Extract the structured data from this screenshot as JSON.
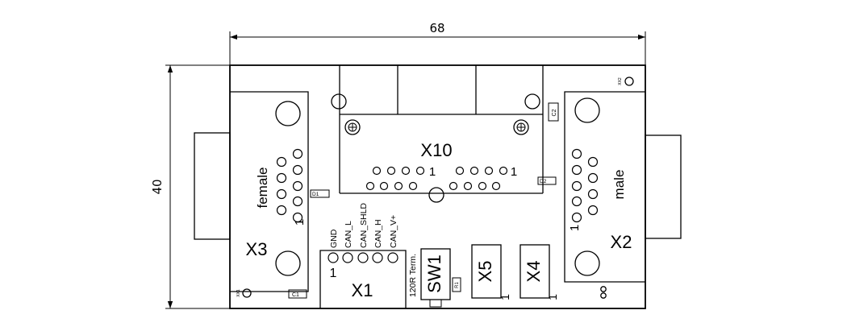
{
  "dimensions": {
    "width": "68",
    "height": "40"
  },
  "connectors": {
    "x10": "X10",
    "x10_pin1_left": "1",
    "x10_pin1_right": "1",
    "x3": "X3",
    "x3_label": "female",
    "x3_pin1": "1",
    "x2": "X2",
    "x2_label": "male",
    "x2_pin1": "1",
    "x1": "X1",
    "x1_pin1": "1",
    "x1_pins": [
      "GND",
      "CAN_L",
      "CAN_SHLD",
      "CAN_H",
      "CAN_V+"
    ],
    "x5": "X5",
    "x5_pin1": "1",
    "x4": "X4",
    "x4_pin1": "1"
  },
  "switch": {
    "label": "SW1",
    "term": "120R Term."
  },
  "components": {
    "c1": "C1",
    "c2": "C2",
    "d1": "D1",
    "d2": "D2",
    "r1": "R1"
  },
  "fiducials": {
    "xx1": "XX1",
    "xx2": "XX2"
  }
}
